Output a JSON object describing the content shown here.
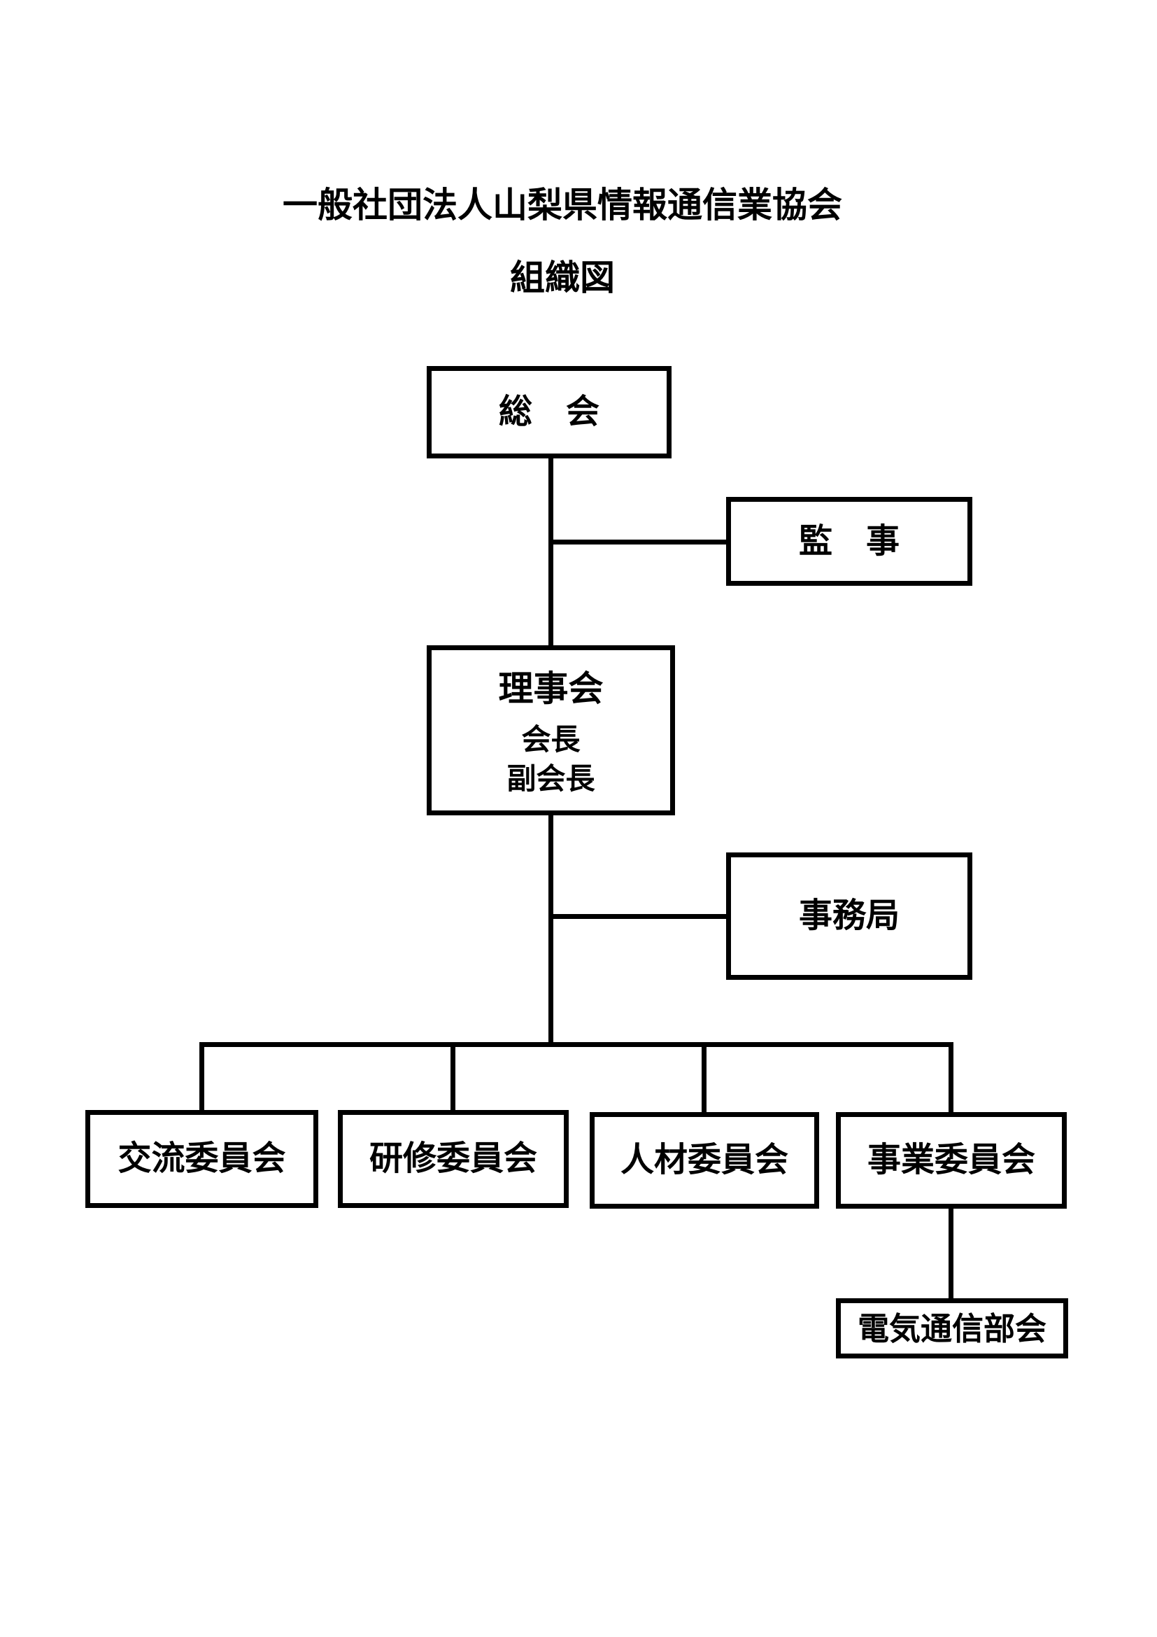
{
  "page": {
    "title": "一般社団法人山梨県情報通信業協会",
    "subtitle": "組織図"
  },
  "org": {
    "assembly": "総　会",
    "auditor": "監　事",
    "board": {
      "name": "理事会",
      "chairman": "会長",
      "vice_chairman": "副会長"
    },
    "secretariat": "事務局",
    "committees": [
      {
        "label": "交流委員会"
      },
      {
        "label": "研修委員会"
      },
      {
        "label": "人材委員会"
      },
      {
        "label": "事業委員会"
      }
    ],
    "subcommittee": "電気通信部会"
  },
  "colors": {
    "background": "#ffffff",
    "line": "#000000",
    "text": "#000000"
  }
}
